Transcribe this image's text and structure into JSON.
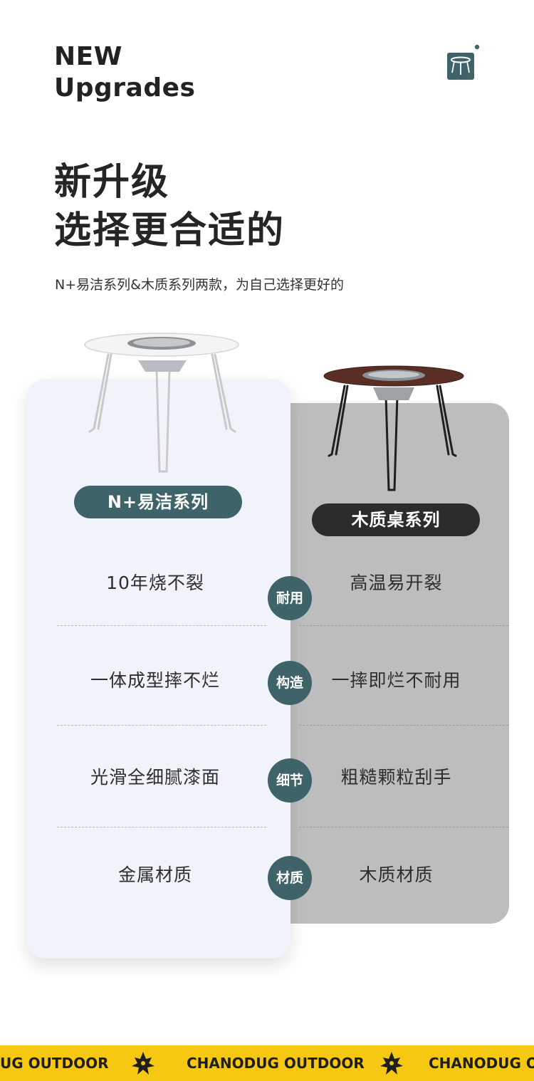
{
  "header": {
    "en_line1": "NEW",
    "en_line2": "Upgrades",
    "zh_line1": "新升级",
    "zh_line2": "选择更合适的",
    "subtitle": "N+易洁系列&木质系列两款，为自己选择更好的"
  },
  "products": {
    "left_label": "N+易洁系列",
    "right_label": "木质桌系列"
  },
  "comparison": [
    {
      "badge": "耐用",
      "left": "10年烧不裂",
      "right": "高温易开裂"
    },
    {
      "badge": "构造",
      "left": "一体成型摔不烂",
      "right": "一摔即烂不耐用"
    },
    {
      "badge": "细节",
      "left": "光滑全细腻漆面",
      "right": "粗糙颗粒刮手"
    },
    {
      "badge": "材质",
      "left": "金属材质",
      "right": "木质材质"
    }
  ],
  "ticker": {
    "item_partial_left": "UG OUTDOOR",
    "item": "CHANODUG OUTDOOR",
    "item_partial_right": "CHANODUG OU"
  },
  "colors": {
    "accent_teal": "#3e6469",
    "dark_pill": "#2c2c2c",
    "ticker_yellow": "#f6c812",
    "left_card": "#f0f3fa",
    "right_card": "#bdbdbd"
  },
  "icons": [
    "brand-table-icon",
    "brand-mark-icon"
  ]
}
